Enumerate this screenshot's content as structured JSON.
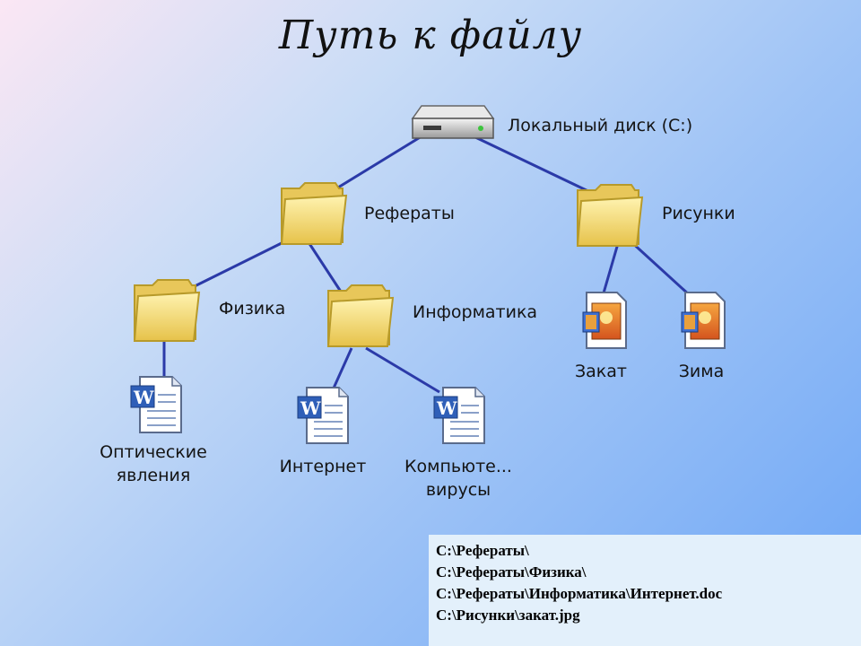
{
  "title": "Путь к файлу",
  "tree": {
    "disk": "Локальный диск (C:)",
    "folders": {
      "referaty": "Рефераты",
      "risunki": "Рисунки",
      "fizika": "Физика",
      "informatika": "Информатика"
    },
    "files": {
      "zakat": "Закат",
      "zima": "Зима",
      "optika_line1": "Оптические",
      "optika_line2": "явления",
      "internet": "Интернет",
      "komp_line1": "Компьюте...",
      "komp_line2": "вирусы"
    }
  },
  "paths": [
    "C:\\Рефераты\\",
    "C:\\Рефераты\\Физика\\",
    "C:\\Рефераты\\Информатика\\Интернет.doc",
    "C:\\Рисунки\\закат.jpg"
  ],
  "colors": {
    "line": "#2b3aa8",
    "folder": "#f3dd72",
    "folder_edge": "#b79a2a"
  }
}
